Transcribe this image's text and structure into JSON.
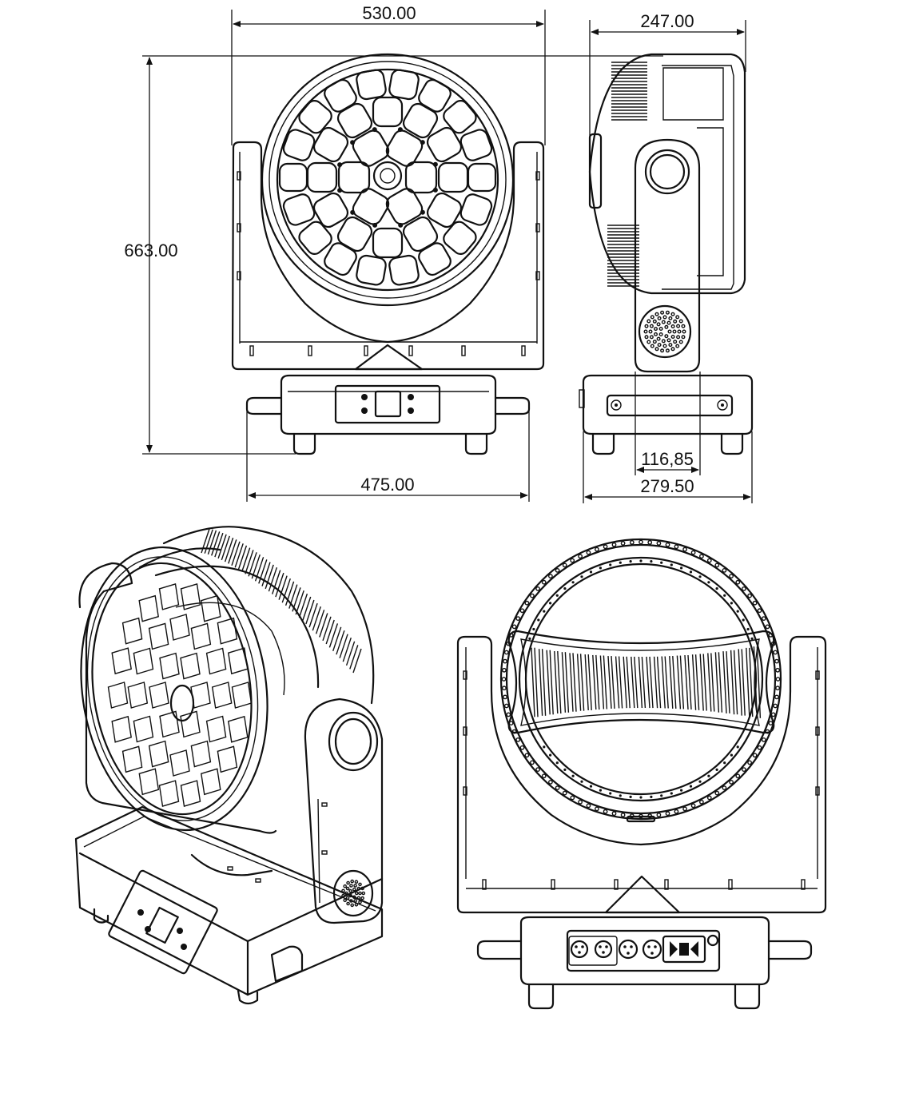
{
  "diagram": {
    "dimensions": {
      "front_width": "530.00",
      "side_depth": "247.00",
      "height": "663.00",
      "base_width": "475.00",
      "yoke_width": "116,85",
      "base_depth": "279.50"
    }
  }
}
